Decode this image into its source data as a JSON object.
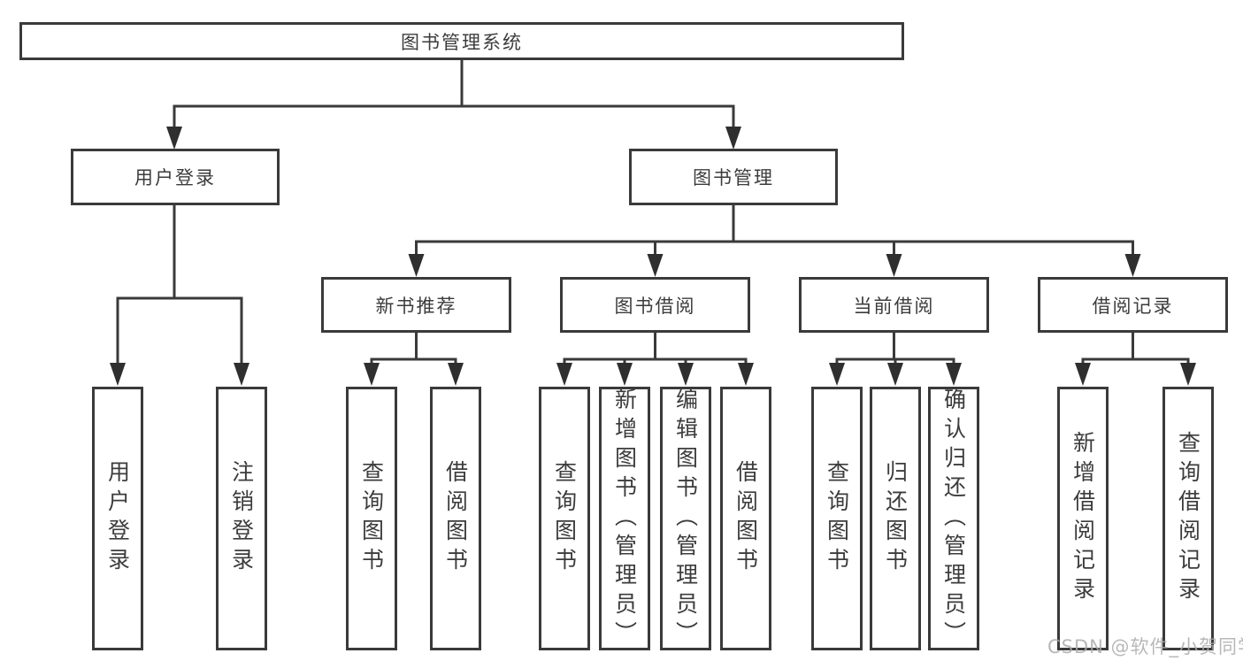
{
  "diagram": {
    "root": {
      "label": "图书管理系统"
    },
    "branches": [
      {
        "label": "用户登录",
        "children": [
          {
            "label": "用户登录"
          },
          {
            "label": "注销登录"
          }
        ]
      },
      {
        "label": "图书管理",
        "children": [
          {
            "label": "新书推荐",
            "children": [
              {
                "label": "查询图书"
              },
              {
                "label": "借阅图书"
              }
            ]
          },
          {
            "label": "图书借阅",
            "children": [
              {
                "label": "查询图书"
              },
              {
                "label": "新增图书（管理员）"
              },
              {
                "label": "编辑图书（管理员）"
              },
              {
                "label": "借阅图书"
              }
            ]
          },
          {
            "label": "当前借阅",
            "children": [
              {
                "label": "查询图书"
              },
              {
                "label": "归还图书"
              },
              {
                "label": "确认归还（管理员）"
              }
            ]
          },
          {
            "label": "借阅记录",
            "children": [
              {
                "label": "新增借阅记录"
              },
              {
                "label": "查询借阅记录"
              }
            ]
          }
        ]
      }
    ],
    "watermark": "CSDN @软件_小贺同学",
    "colors": {
      "line": "#3a3a3a",
      "arrow": "#2f2f2f",
      "text": "#3c3c3c",
      "background": "#ffffff",
      "watermark_text": "#acacac"
    }
  }
}
